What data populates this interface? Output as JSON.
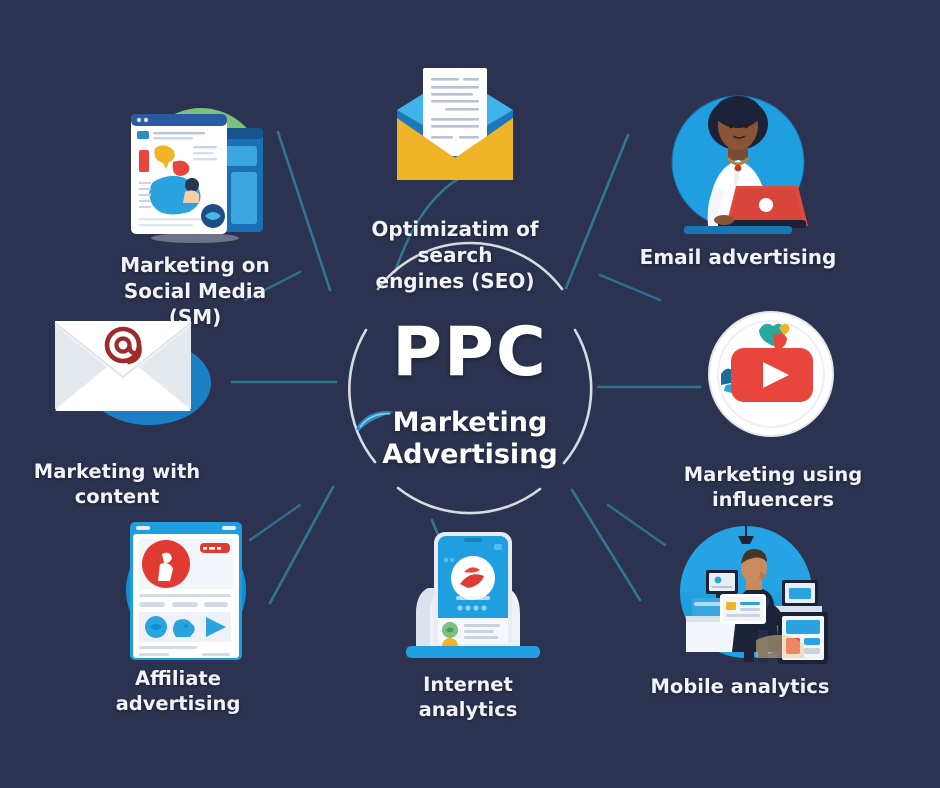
{
  "background_color": "#2c3350",
  "hub": {
    "title": "PPC",
    "subtitle_line1": "Marketing",
    "subtitle_line2": "Advertising",
    "ring_color": "#e8eaf0",
    "swoosh_color": "#2a8fc4"
  },
  "nodes": [
    {
      "id": "social-media",
      "label": "Marketing   on\nSocial Media (SM)",
      "icon": "dashboard-charts-icon",
      "accent": "#7ac17e"
    },
    {
      "id": "seo",
      "label": "Optimizatim of search\nengines (SEO)",
      "icon": "envelope-document-icon",
      "accent": "#f0b429"
    },
    {
      "id": "email-advertising",
      "label": "Email advertising",
      "icon": "woman-laptop-icon",
      "accent": "#2196e3"
    },
    {
      "id": "influencer-marketing",
      "label": "Marketing using\ninfluencers",
      "icon": "youtube-play-icon",
      "accent": "#e8363a"
    },
    {
      "id": "content-marketing",
      "label": "Marketing with\ncontent",
      "icon": "at-envelope-icon",
      "accent": "#1b7fc4"
    },
    {
      "id": "affiliate-advertising",
      "label": "Affiliate advertising",
      "icon": "mobile-feed-icon",
      "accent": "#0f8ed6"
    },
    {
      "id": "internet-analytics",
      "label": "Internet\nanalytics",
      "icon": "smartphone-stand-icon",
      "accent": "#1f9ee0"
    },
    {
      "id": "mobile-analytics",
      "label": "Mobile analytics",
      "icon": "man-screens-icon",
      "accent": "#1b9ee0"
    }
  ],
  "connectors": {
    "color": "#2e7b96",
    "count": 8
  }
}
